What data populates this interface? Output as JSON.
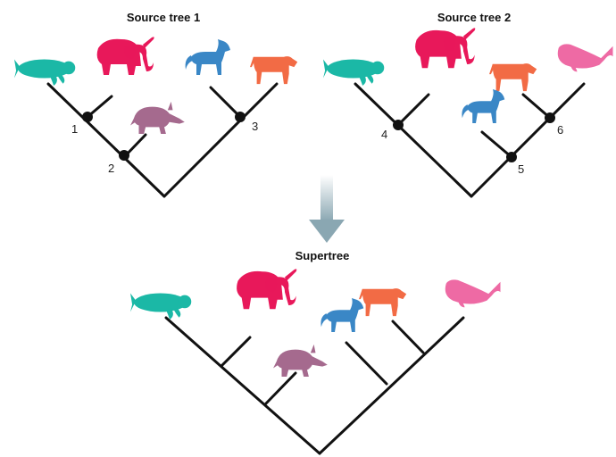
{
  "titles": {
    "tree1": "Source tree 1",
    "tree2": "Source tree 2",
    "supertree": "Supertree"
  },
  "node_labels": [
    "1",
    "2",
    "3",
    "4",
    "5",
    "6"
  ],
  "animals": {
    "manatee": {
      "icon": "manatee-icon",
      "color": "#1bb8a6"
    },
    "elephant": {
      "icon": "elephant-icon",
      "color": "#e8185a"
    },
    "aardvark": {
      "icon": "aardvark-icon",
      "color": "#a56a8e"
    },
    "horse": {
      "icon": "horse-icon",
      "color": "#3a87c6"
    },
    "cow": {
      "icon": "cow-icon",
      "color": "#f26b45"
    },
    "whale": {
      "icon": "whale-icon",
      "color": "#ee6aa4"
    }
  },
  "arrow_color": "#8aa7b2"
}
